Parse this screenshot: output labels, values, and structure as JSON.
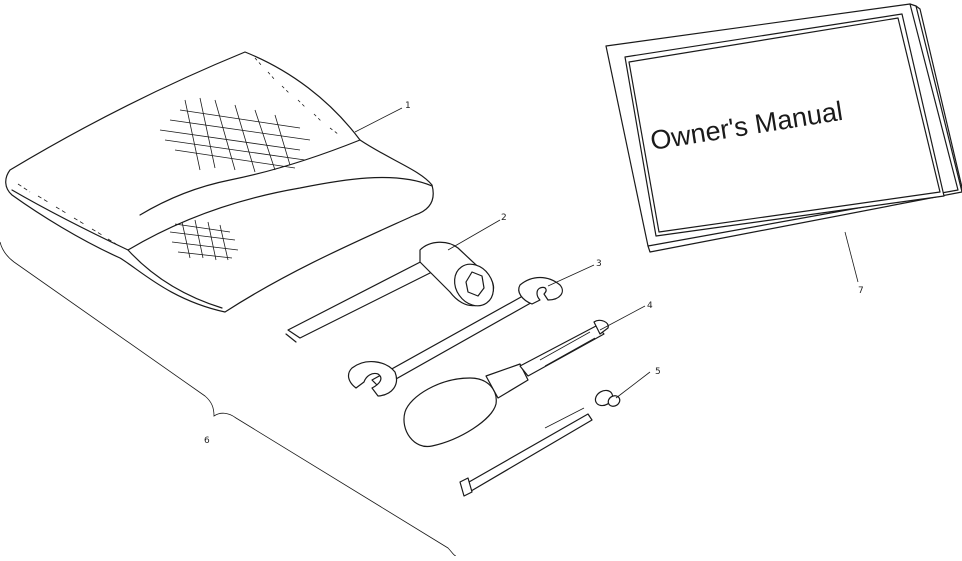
{
  "manual": {
    "title": "Owner's Manual"
  },
  "callouts": {
    "c1": "1",
    "c2": "2",
    "c3": "3",
    "c4": "4",
    "c5": "5",
    "c6": "6",
    "c7": "7"
  }
}
